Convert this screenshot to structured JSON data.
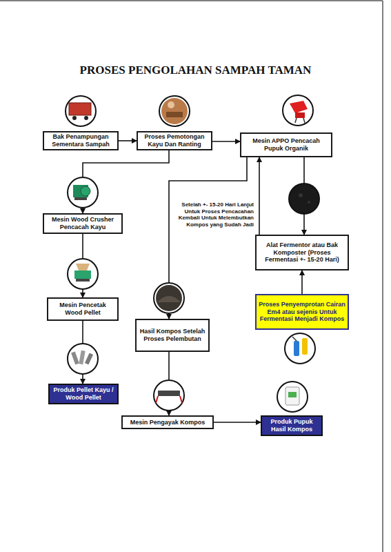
{
  "diagram": {
    "title": "PROSES PENGOLAHAN SAMPAH TAMAN",
    "nodes": [
      {
        "text": [
          "Bak Penampungan Sementara Sampah"
        ]
      },
      {
        "text": [
          "Proses Pemotongan Kayu Dan Ranting"
        ]
      },
      {
        "text": [
          "Mesin APPO Pencacah Pupuk Organik"
        ]
      },
      {
        "text": [
          "Mesin Wood Crusher Pencacah Kayu"
        ]
      },
      {
        "text": [
          "Mesin Pencetak Wood Pellet"
        ]
      },
      {
        "text": [
          "Produk Pellet Kayu / Wood Pellet"
        ]
      },
      {
        "text": [
          "Alat Fermentor atau Bak Komposter (Proses Fermentasi +- 15-20 Hari)"
        ]
      },
      {
        "text": [
          "Proses Penyemprotan Cairan Em4 atau sejenis Untuk Fermentasi Menjadi Kompos"
        ]
      },
      {
        "text": [
          "Hasil Kompos Setelah Proses Pelembutan"
        ]
      },
      {
        "text": [
          "Mesin Pengayak Kompos"
        ]
      },
      {
        "text": [
          "Produk Pupuk Hasil Kompos"
        ]
      }
    ],
    "edges": [
      {
        "from": 0,
        "to": 1,
        "arrow": "to"
      },
      {
        "from": 1,
        "to": 2,
        "arrow": "to"
      },
      {
        "from": 1,
        "to": 3,
        "arrow": "to"
      },
      {
        "from": 3,
        "to": 4,
        "arrow": "to"
      },
      {
        "from": 4,
        "to": 5,
        "arrow": "to"
      },
      {
        "from": 2,
        "to": 6,
        "arrow": "to"
      },
      {
        "from": 6,
        "to": 2,
        "arrow": "to",
        "label": "Setelah +- 15-20 Hari Lanjut Untuk Proses Pencacahan Kembali Untuk Melembutkan Kompos yang Sudah Jadi"
      },
      {
        "from": 2,
        "to": 8,
        "arrow": "to"
      },
      {
        "from": 7,
        "to": 6,
        "arrow": "to"
      },
      {
        "from": 8,
        "to": 9,
        "arrow": "to"
      },
      {
        "from": 9,
        "to": 10,
        "arrow": "to"
      }
    ]
  }
}
